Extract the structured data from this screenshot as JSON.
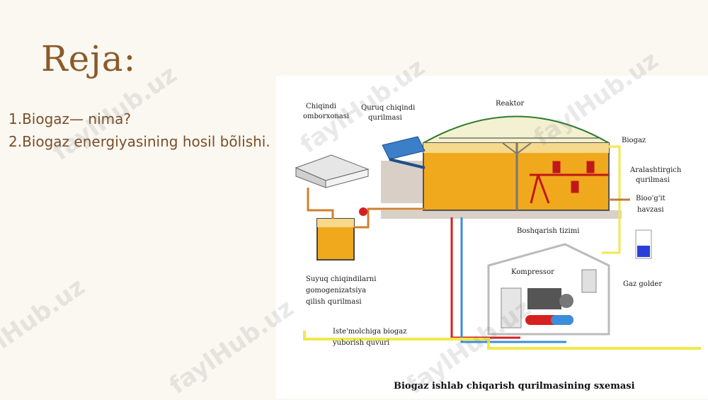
{
  "slide": {
    "title": "Reja:",
    "items": [
      "1.Biogaz— nima?",
      "2.Biogaz energiyasining hosil bõlishi."
    ]
  },
  "diagram": {
    "caption": "Biogaz ishlab chiqarish qurilmasining sxemasi",
    "labels": {
      "waste_storage_1": "Chiqindi",
      "waste_storage_2": "omborxonasi",
      "dry_waste_1": "Quruq chiqindi",
      "dry_waste_2": "qurilmasi",
      "reactor": "Reaktor",
      "biogas": "Biogaz",
      "mixer_1": "Aralashtirgich",
      "mixer_2": "qurilmasi",
      "fertilizer_1": "Bioo'g'it",
      "fertilizer_2": "havzasi",
      "control": "Boshqarish tizimi",
      "compressor": "Kompressor",
      "gas_holder": "Gaz golder",
      "liquid_1": "Suyuq chiqindilarni",
      "liquid_2": "gomogenizatsiya",
      "liquid_3": "qilish qurilmasi",
      "pipe_1": "Iste'molchiga biogaz",
      "pipe_2": "yuborish quvuri"
    }
  },
  "watermark": "faylHub.uz",
  "colors": {
    "title": "#8a5a2a",
    "text": "#7a4e26",
    "liquid": "#f0a81c",
    "pipe_red": "#d62020",
    "pipe_blue": "#3a8fd8",
    "pipe_yellow": "#f2e84a"
  }
}
